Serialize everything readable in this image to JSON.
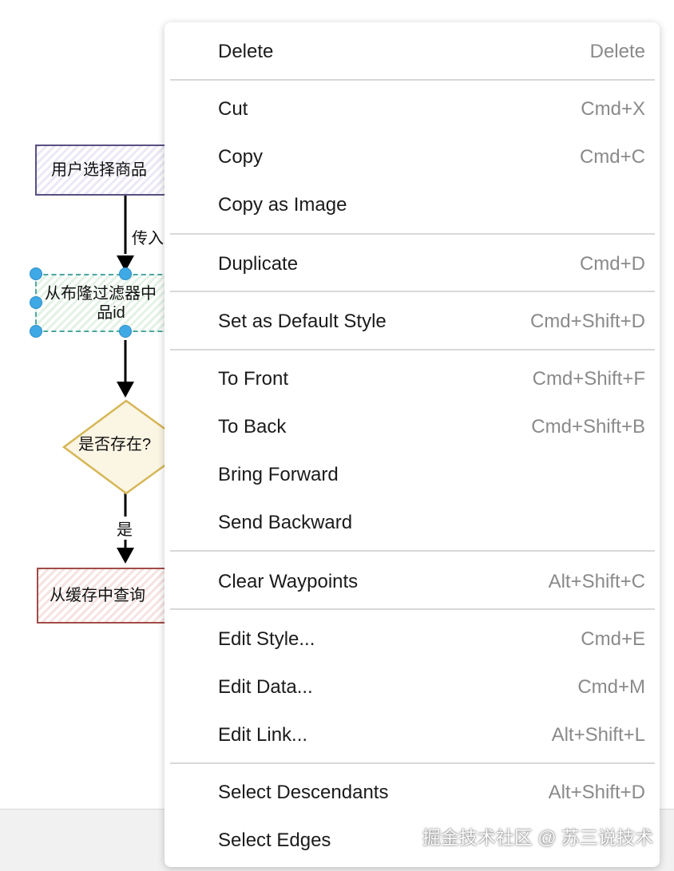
{
  "diagram": {
    "nodes": [
      {
        "text": "用户选择商品"
      },
      {
        "text_line1": "从布隆过滤器中",
        "text_line2": "品id"
      },
      {
        "text": "是否存在?"
      },
      {
        "text": "从缓存中查询"
      }
    ],
    "edge_labels": [
      "传入",
      "是"
    ],
    "colors": {
      "purple_border": "#5a4f83",
      "green_dashed_border": "#4aa8a0",
      "diamond_border": "#d6b656",
      "red_border": "#a14b47",
      "selection_handle": "#3fa9e6"
    }
  },
  "context_menu": {
    "items": [
      {
        "label": "Delete",
        "shortcut": "Delete"
      },
      {
        "label": "Cut",
        "shortcut": "Cmd+X"
      },
      {
        "label": "Copy",
        "shortcut": "Cmd+C"
      },
      {
        "label": "Copy as Image",
        "shortcut": ""
      },
      {
        "label": "Duplicate",
        "shortcut": "Cmd+D"
      },
      {
        "label": "Set as Default Style",
        "shortcut": "Cmd+Shift+D"
      },
      {
        "label": "To Front",
        "shortcut": "Cmd+Shift+F"
      },
      {
        "label": "To Back",
        "shortcut": "Cmd+Shift+B"
      },
      {
        "label": "Bring Forward",
        "shortcut": ""
      },
      {
        "label": "Send Backward",
        "shortcut": ""
      },
      {
        "label": "Clear Waypoints",
        "shortcut": "Alt+Shift+C"
      },
      {
        "label": "Edit Style...",
        "shortcut": "Cmd+E"
      },
      {
        "label": "Edit Data...",
        "shortcut": "Cmd+M"
      },
      {
        "label": "Edit Link...",
        "shortcut": "Alt+Shift+L"
      },
      {
        "label": "Select Descendants",
        "shortcut": "Alt+Shift+D"
      },
      {
        "label": "Select Edges",
        "shortcut": ""
      }
    ]
  },
  "watermark": "掘金技术社区 @ 苏三说技术"
}
